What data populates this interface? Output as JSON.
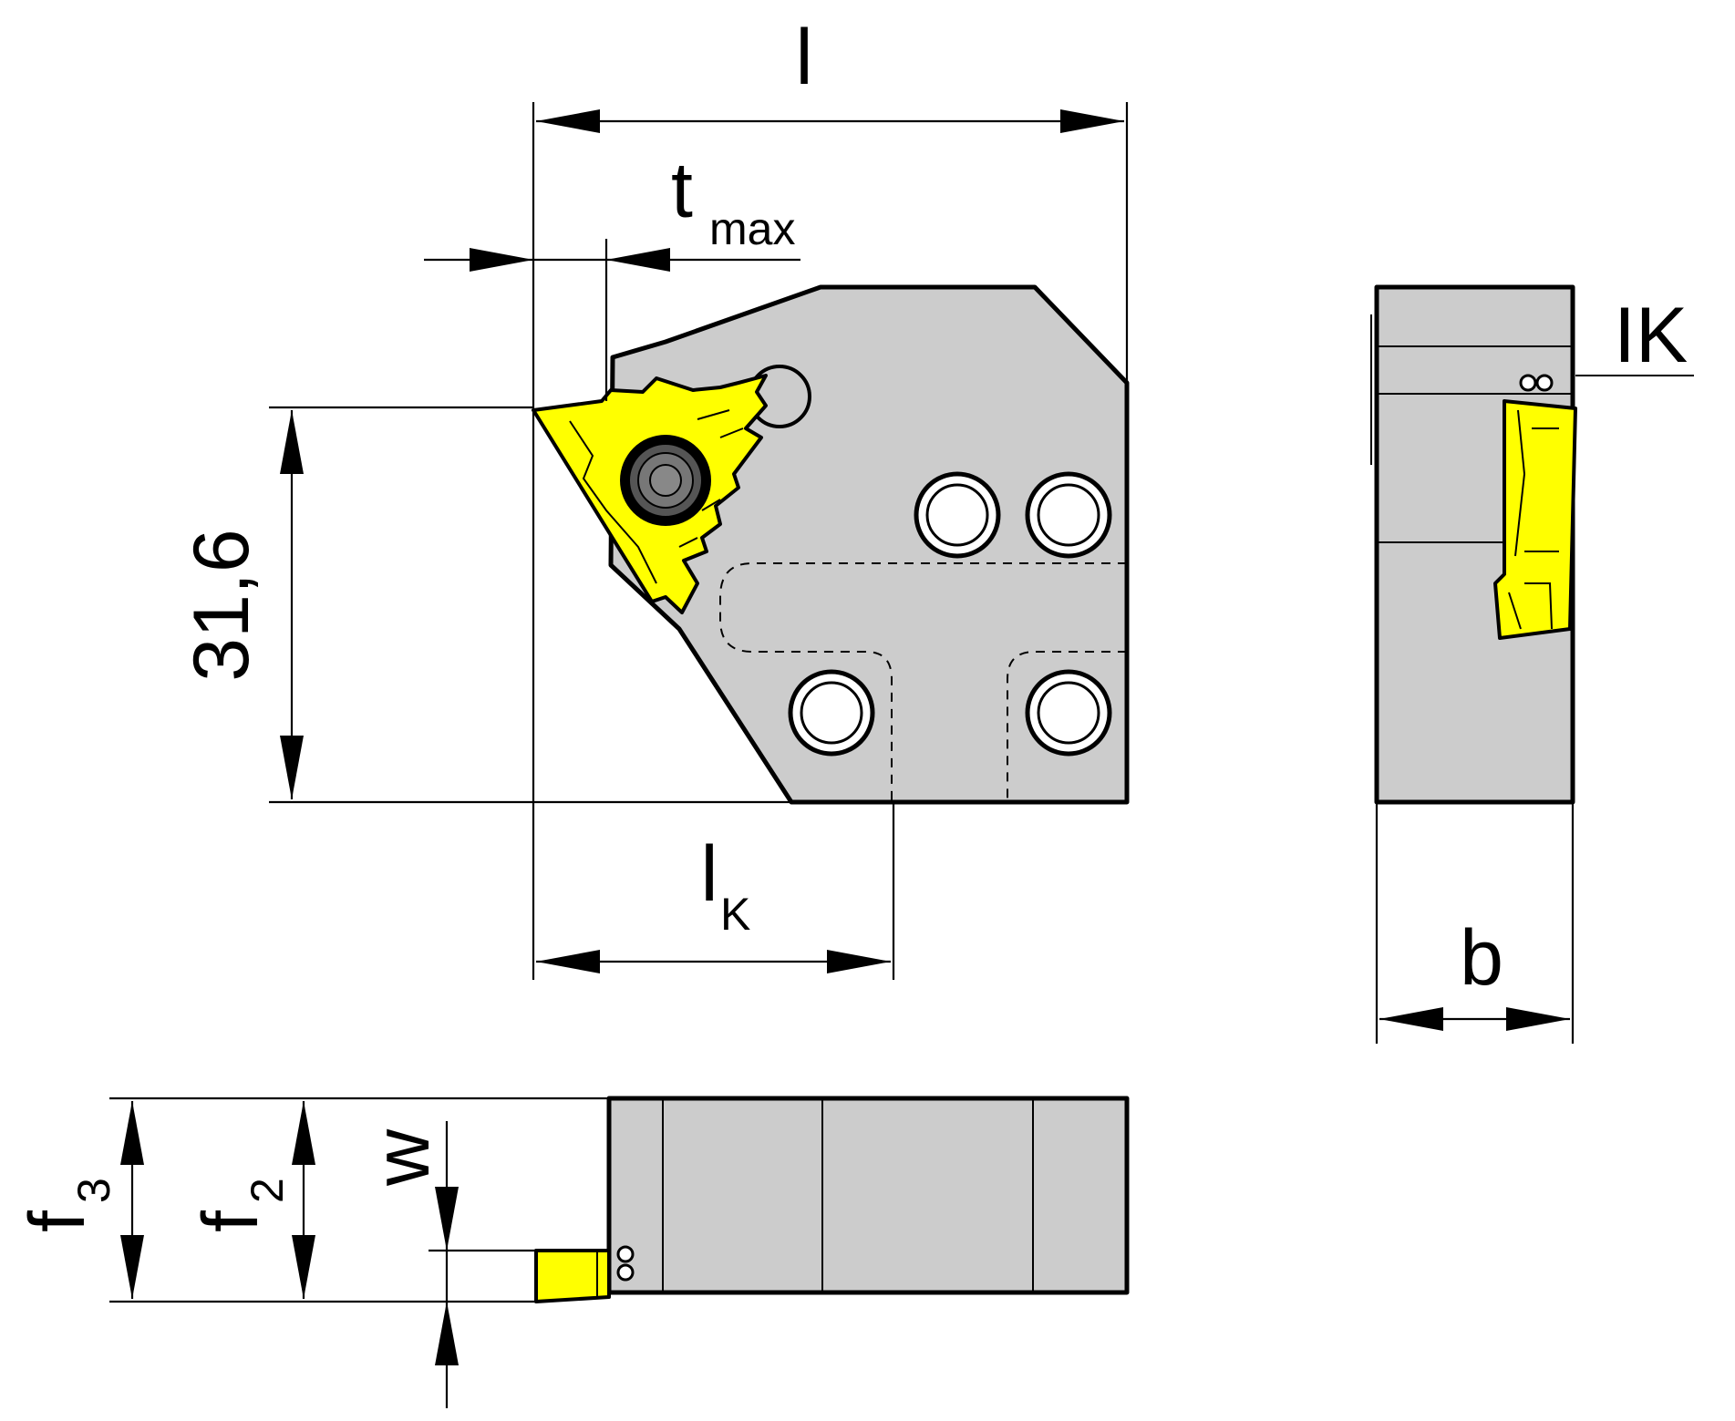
{
  "labels": {
    "l": "l",
    "t": "t",
    "t_sub": "max",
    "dim_316": "31,6",
    "lk": "l",
    "lk_sub": "K",
    "ik": "IK",
    "b": "b",
    "w": "w",
    "f3": "f",
    "f3_sub": "3",
    "f2": "f",
    "f2_sub": "2"
  },
  "colors": {
    "body": "#cccccc",
    "insert": "#ffff00",
    "line": "#000000"
  }
}
